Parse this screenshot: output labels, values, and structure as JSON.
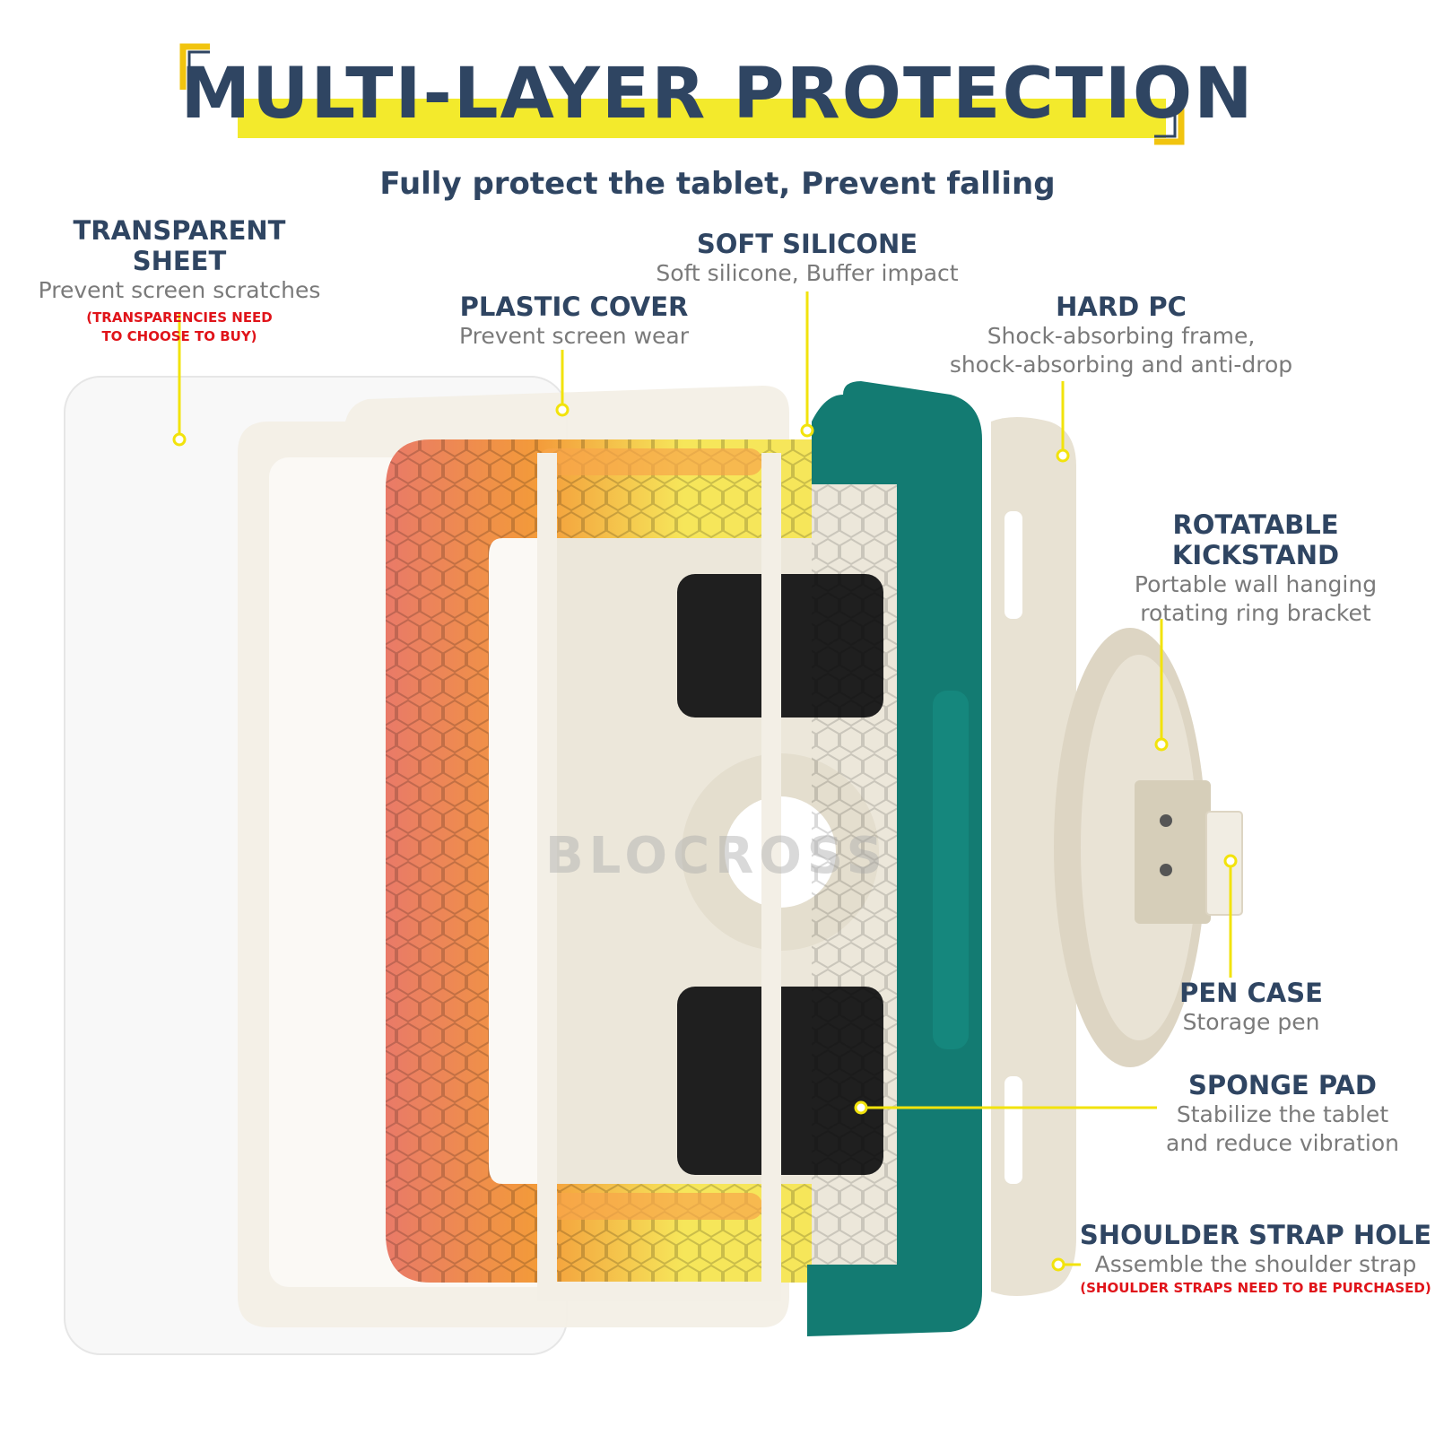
{
  "title": "MULTI-LAYER PROTECTION",
  "subtitle": "Fully protect the tablet, Prevent falling",
  "watermark": "BLOCROSS",
  "colors": {
    "title": "#2f4562",
    "highlight": "#f3ea2c",
    "accent_line": "#f2e30c",
    "note_red": "#e0141a",
    "teal": "#137b72",
    "coral": "#e97a68",
    "orange": "#f39a3a",
    "yellow": "#f6e65a",
    "cream": "#f1ede3"
  },
  "callouts": {
    "transparent_sheet": {
      "heading": "TRANSPARENT SHEET",
      "desc": "Prevent screen scratches",
      "note": [
        "(TRANSPARENCIES NEED",
        "TO CHOOSE TO BUY)"
      ]
    },
    "soft_silicone": {
      "heading": "SOFT SILICONE",
      "desc": "Soft silicone, Buffer impact"
    },
    "plastic_cover": {
      "heading": "PLASTIC COVER",
      "desc": "Prevent screen wear"
    },
    "hard_pc": {
      "heading": "HARD PC",
      "desc": [
        "Shock-absorbing frame,",
        "shock-absorbing and anti-drop"
      ]
    },
    "rotatable_kickstand": {
      "heading": "ROTATABLE KICKSTAND",
      "desc": [
        "Portable wall hanging",
        "rotating ring bracket"
      ]
    },
    "pen_case": {
      "heading": "PEN CASE",
      "desc": "Storage pen"
    },
    "sponge_pad": {
      "heading": "SPONGE PAD",
      "desc": [
        "Stabilize the tablet",
        "and reduce vibration"
      ]
    },
    "shoulder_strap_hole": {
      "heading": "SHOULDER STRAP HOLE",
      "desc": "Assemble the shoulder strap",
      "note": "(SHOULDER STRAPS NEED TO BE PURCHASED)"
    }
  }
}
